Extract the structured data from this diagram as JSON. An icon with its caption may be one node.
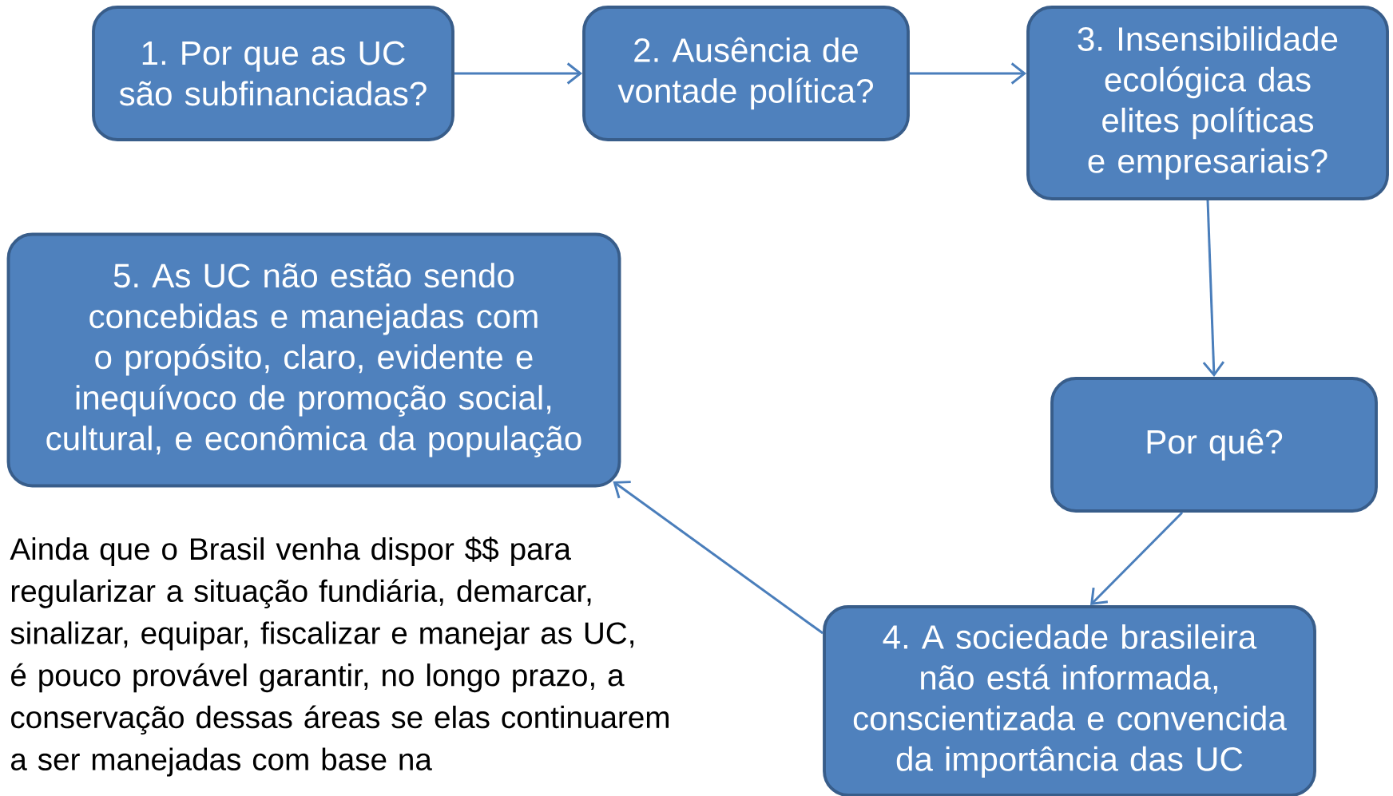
{
  "diagram": {
    "nodes": [
      {
        "text": [
          "1. Por que as UC são subfinanciadas?"
        ]
      },
      {
        "text": [
          "2. Ausência de vontade política?"
        ]
      },
      {
        "text": [
          "3. Insensibilidade ecológica das elites políticas e empresariais?"
        ]
      },
      {
        "text": [
          "5. As UC não estão sendo concebidas e manejadas com o propósito, claro, evidente e inequívoco de promoção social, cultural, e econômica da população"
        ]
      },
      {
        "text": [
          "Por quê?"
        ]
      },
      {
        "text": [
          "4. A sociedade brasileira não está informada, conscientizada e convencida da importância das UC"
        ]
      }
    ],
    "edges": [
      {
        "from": 0,
        "to": 1,
        "arrow": "to"
      },
      {
        "from": 1,
        "to": 2,
        "arrow": "to"
      },
      {
        "from": 2,
        "to": 4,
        "arrow": "to"
      },
      {
        "from": 4,
        "to": 5,
        "arrow": "to"
      },
      {
        "from": 5,
        "to": 3,
        "arrow": "to"
      }
    ],
    "labels": [
      "Ainda que o Brasil venha dispor $$ para regularizar a situação fundiária, demarcar, sinalizar, equipar, fiscalizar e manejar as UC, é pouco provável garantir, no longo prazo, a conservação dessas áreas se elas continuarem a ser manejadas com base na"
    ]
  }
}
